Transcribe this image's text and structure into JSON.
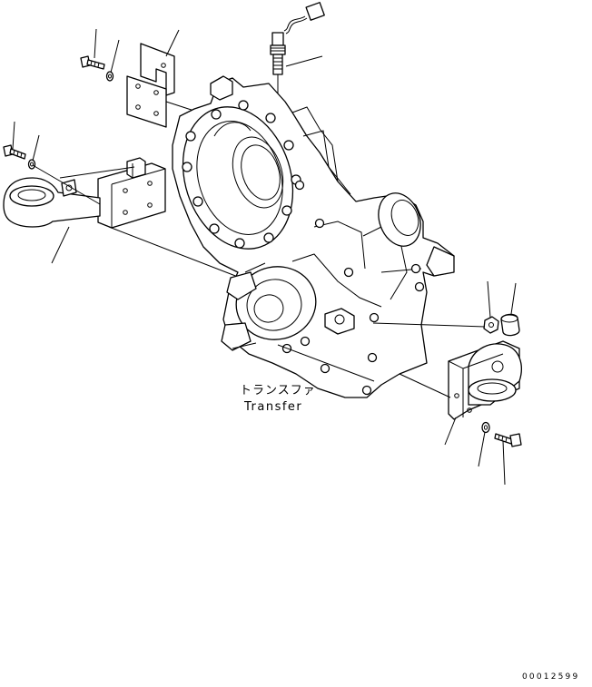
{
  "label": {
    "jp": "トランスファ",
    "en": "Transfer"
  },
  "drawing_number": "00012599",
  "colors": {
    "line": "#000000",
    "background": "#ffffff"
  }
}
